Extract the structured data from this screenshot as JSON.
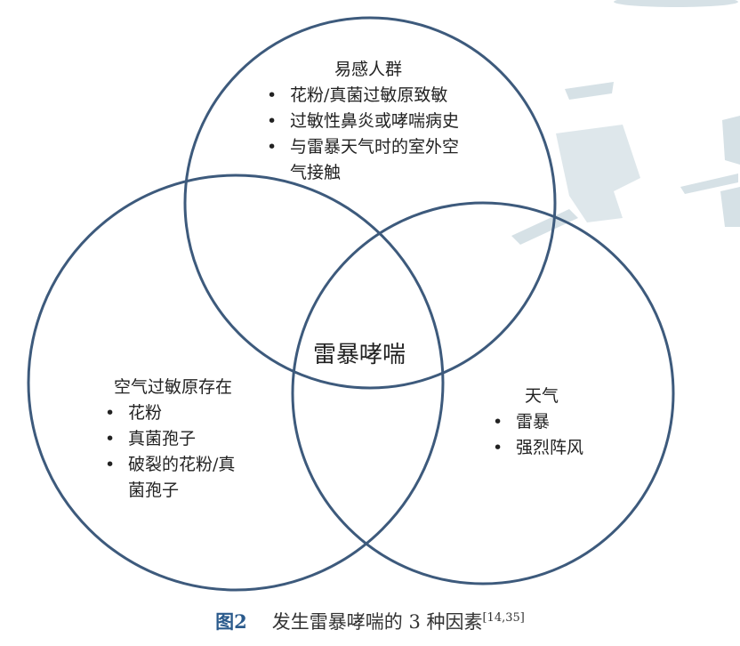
{
  "watermark": "华夏",
  "colors": {
    "circle": "#3d5a7c",
    "caption_fig": "#2a5a8c",
    "watermark": "#d6e1e6"
  },
  "circles": {
    "top": {
      "title": "易感人群",
      "items": [
        "花粉/真菌过敏原致敏",
        "过敏性鼻炎或哮喘病史",
        "与雷暴天气时的室外空",
        "气接触"
      ]
    },
    "left": {
      "title": "空气过敏原存在",
      "items": [
        "花粉",
        "真菌孢子",
        "破裂的花粉/真",
        "菌孢子"
      ]
    },
    "right": {
      "title": "天气",
      "items": [
        "雷暴",
        "强烈阵风"
      ]
    }
  },
  "center": "雷暴哮喘",
  "caption": {
    "fig": "图2",
    "text": "发生雷暴哮喘的 3 种因素",
    "refs": "[14,35]"
  }
}
